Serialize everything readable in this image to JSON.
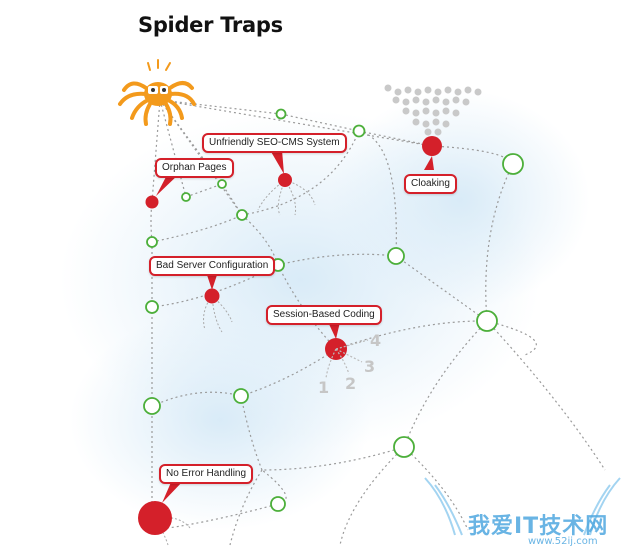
{
  "title": "Spider Traps",
  "callouts": {
    "unfriendly_cms": "Unfriendly SEO-CMS System",
    "orphan_pages": "Orphan Pages",
    "cloaking": "Cloaking",
    "bad_server": "Bad Server Configuration",
    "session_coding": "Session-Based Coding",
    "no_error": "No Error Handling"
  },
  "session_numbers": [
    "1",
    "2",
    "3",
    "4"
  ],
  "watermark": {
    "text": "我爱IT技术网",
    "url": "www.52ij.com"
  },
  "colors": {
    "trap_red": "#d4202a",
    "node_green": "#4caf3a",
    "web_line": "#9a9a9a",
    "spider_orange": "#f39a1c",
    "haze_blue": "#dcecf7"
  },
  "icons": [
    "spider-icon",
    "bot-swarm-icon"
  ]
}
